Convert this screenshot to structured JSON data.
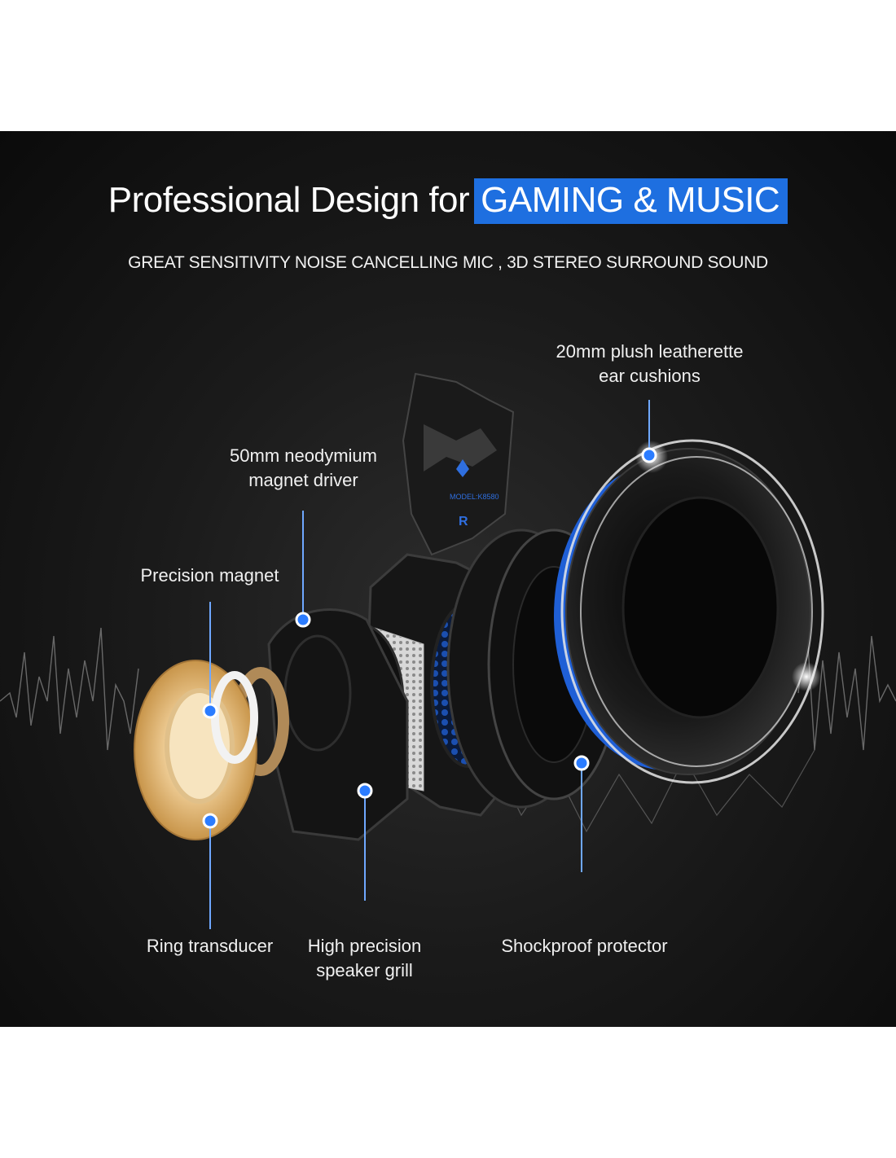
{
  "header": {
    "title_main": "Professional Design for",
    "title_highlight": "GAMING & MUSIC",
    "subtitle": "GREAT SENSITIVITY NOISE CANCELLING MIC , 3D STEREO SURROUND SOUND"
  },
  "callouts": {
    "ear_cushions": [
      "20mm plush leatherette",
      "ear cushions"
    ],
    "driver": [
      "50mm neodymium",
      "magnet driver"
    ],
    "magnet": "Precision magnet",
    "ring": "Ring transducer",
    "grill": [
      "High precision",
      "speaker grill"
    ],
    "protector": "Shockproof protector"
  },
  "product": {
    "model_text": "MODEL:K8580",
    "side_mark": "R"
  },
  "colors": {
    "accent": "#1e6fe0",
    "cushion_ring": "#1f5fd6",
    "callout_line": "#6fa8ff",
    "ring_gold": "#e8c58a"
  }
}
